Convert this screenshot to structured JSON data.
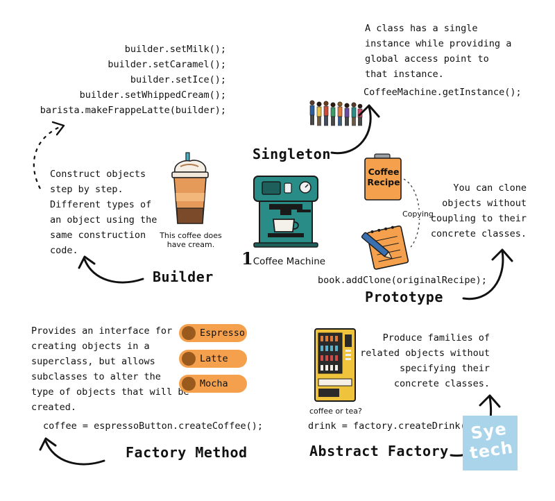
{
  "builder": {
    "code": [
      "builder.setMilk();",
      "builder.setCaramel();",
      "builder.setIce();",
      "builder.setWhippedCream();",
      "barista.makeFrappeLatte(builder);"
    ],
    "description": [
      "Construct objects",
      "step by step.",
      "Different types of",
      "an object using the",
      "same construction",
      "code."
    ],
    "note": [
      "This coffee does",
      "have cream."
    ],
    "title": "Builder"
  },
  "singleton": {
    "description": [
      "A class has a single",
      "instance while providing a",
      "global access point to",
      "that instance."
    ],
    "code": "CoffeeMachine.getInstance();",
    "title": "Singleton"
  },
  "center": {
    "count": "1",
    "label": "Coffee Machine"
  },
  "prototype": {
    "recipe_label": [
      "Coffee",
      "Recipe"
    ],
    "copying": "Copying",
    "description": [
      "You can clone",
      "objects without",
      "coupling to their",
      "concrete classes."
    ],
    "code": "book.addClone(originalRecipe);",
    "title": "Prototype"
  },
  "factory_method": {
    "description": [
      "Provides an interface for",
      "creating objects in a",
      "superclass, but allows",
      "subclasses to alter the",
      "type of objects that will be",
      "created."
    ],
    "buttons": [
      "Espresso",
      "Latte",
      "Mocha"
    ],
    "code": "coffee = espressoButton.createCoffee();",
    "title": "Factory Method"
  },
  "abstract_factory": {
    "description": [
      "Produce families of",
      "related objects without",
      "specifying their",
      "concrete classes."
    ],
    "caption": "coffee or tea?",
    "code": "drink = factory.createDrink();",
    "title": "Abstract Factory"
  },
  "logo": {
    "text": [
      "Sye",
      "tech"
    ],
    "bg_color": "#a9d4ea"
  },
  "colors": {
    "orange": "#f5a04c",
    "teal": "#2a8c87",
    "dark_brown": "#9a5a1e",
    "yellow": "#f0c33c"
  }
}
